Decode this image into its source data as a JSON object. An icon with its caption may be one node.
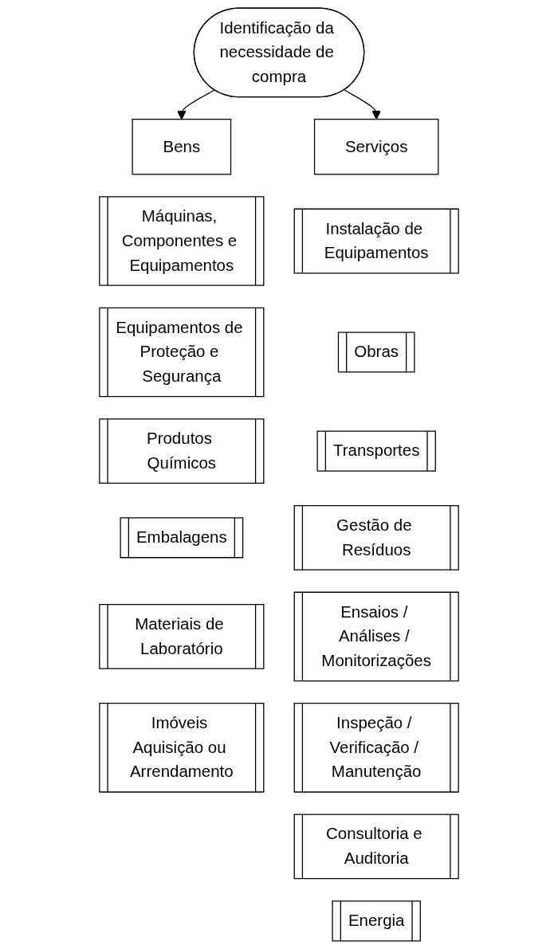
{
  "diagram": {
    "nodes": [
      {
        "text": [
          "Identificação da necessidade de compra"
        ]
      },
      {
        "text": [
          "Bens"
        ]
      },
      {
        "text": [
          "Serviços"
        ]
      },
      {
        "text": [
          "Máquinas, Componentes e Equipamentos"
        ]
      },
      {
        "text": [
          "Equipamentos de Proteção e Segurança"
        ]
      },
      {
        "text": [
          "Produtos Químicos"
        ]
      },
      {
        "text": [
          "Embalagens"
        ]
      },
      {
        "text": [
          "Materiais de Laboratório"
        ]
      },
      {
        "text": [
          "Imóveis Aquisição ou Arrendamento"
        ]
      },
      {
        "text": [
          "Instalação de Equipamentos"
        ]
      },
      {
        "text": [
          "Obras"
        ]
      },
      {
        "text": [
          "Transportes"
        ]
      },
      {
        "text": [
          "Gestão de Resíduos"
        ]
      },
      {
        "text": [
          "Ensaios / Análises / Monitorizações"
        ]
      },
      {
        "text": [
          "Inspeção / Verificação / Manutenção"
        ]
      },
      {
        "text": [
          "Consultoria e Auditoria"
        ]
      },
      {
        "text": [
          "Energia"
        ]
      }
    ],
    "edges": [
      {
        "from": 0,
        "to": 1,
        "arrow": "to"
      },
      {
        "from": 0,
        "to": 2,
        "arrow": "to"
      }
    ]
  }
}
